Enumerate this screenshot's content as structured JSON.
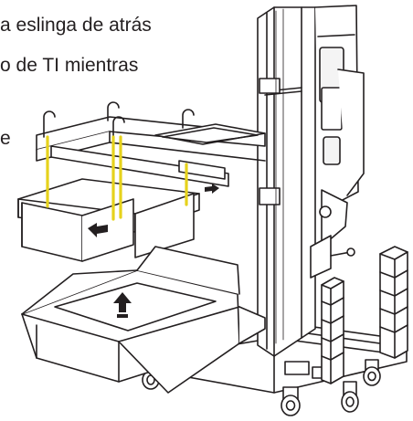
{
  "caption": {
    "line1": "a eslinga de atrás",
    "line2": "o de TI mientras",
    "line3": "e"
  },
  "colors": {
    "strap": "#e6d21c",
    "outline": "#231f20",
    "fill": "#ffffff",
    "panel": "#f4f4f4"
  },
  "icons": [
    "arrow-left-icon",
    "arrow-right-icon",
    "arrow-up-icon"
  ]
}
